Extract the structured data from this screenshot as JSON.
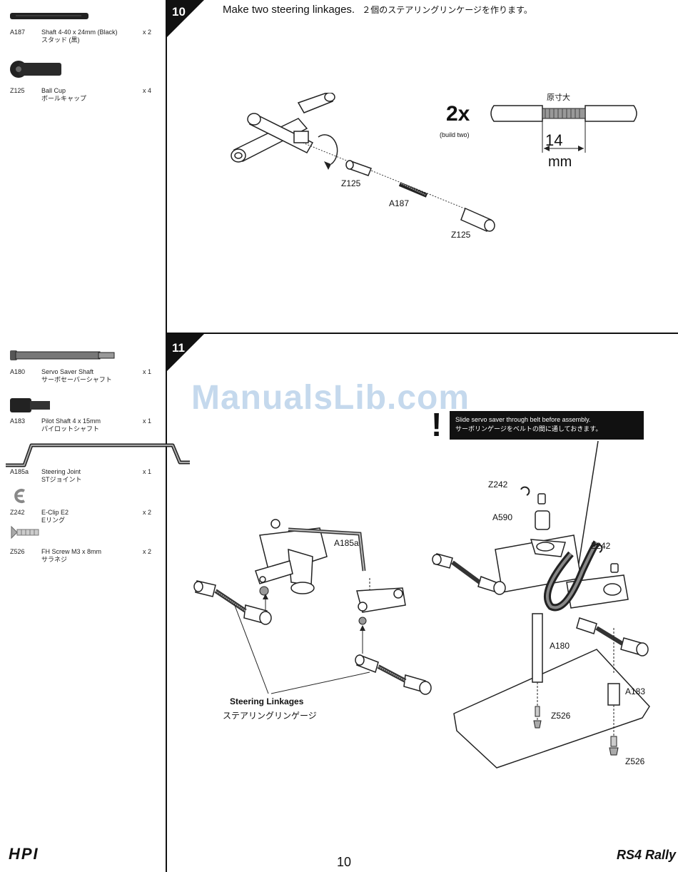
{
  "parts_panel_1": [
    {
      "code": "A187",
      "name_en": "Shaft 4-40 x 24mm (Black)",
      "name_jp": "スタッド (黒)",
      "qty": "x 2"
    },
    {
      "code": "Z125",
      "name_en": "Ball Cup",
      "name_jp": "ボールキャップ",
      "qty": "x 4"
    }
  ],
  "parts_panel_2": [
    {
      "code": "A180",
      "name_en": "Servo Saver Shaft",
      "name_jp": "サーボセーバーシャフト",
      "qty": "x 1"
    },
    {
      "code": "A183",
      "name_en": "Pilot Shaft 4 x 15mm",
      "name_jp": "パイロットシャフト",
      "qty": "x 1"
    },
    {
      "code": "A185a",
      "name_en": "Steering Joint",
      "name_jp": "STジョイント",
      "qty": "x 1"
    },
    {
      "code": "Z242",
      "name_en": "E-Clip E2",
      "name_jp": "Eリング",
      "qty": "x 2"
    },
    {
      "code": "Z526",
      "name_en": "FH Screw M3 x 8mm",
      "name_jp": "サラネジ",
      "qty": "x 2"
    }
  ],
  "step10": {
    "number": "10",
    "title_en": "Make two steering linkages.",
    "title_jp": "２個のステアリングリンケージを作ります。",
    "multiplier": "2x",
    "build_note": "(build two)",
    "actual_size": "原寸大",
    "dimension": "14",
    "unit": "mm",
    "labels": {
      "cup_top": "Z125",
      "shaft": "A187",
      "cup_bottom": "Z125"
    }
  },
  "step11": {
    "number": "11",
    "warning_en": "Slide servo saver through belt before assembly.",
    "warning_jp": "サーボリンゲージをベルトの間に通しておきます。",
    "labels": {
      "joint": "A185a",
      "linkages_en": "Steering Linkages",
      "linkages_jp": "ステアリングリンゲージ",
      "clip_top": "Z242",
      "bearing": "A590",
      "clip_right": "Z242",
      "shaft_saver": "A180",
      "pilot": "A183",
      "screw_left": "Z526",
      "screw_right": "Z526"
    }
  },
  "footer": {
    "page": "10",
    "brand_left": "HPI",
    "brand_right": "RS4 Rally"
  },
  "watermark": "ManualsLib.com"
}
